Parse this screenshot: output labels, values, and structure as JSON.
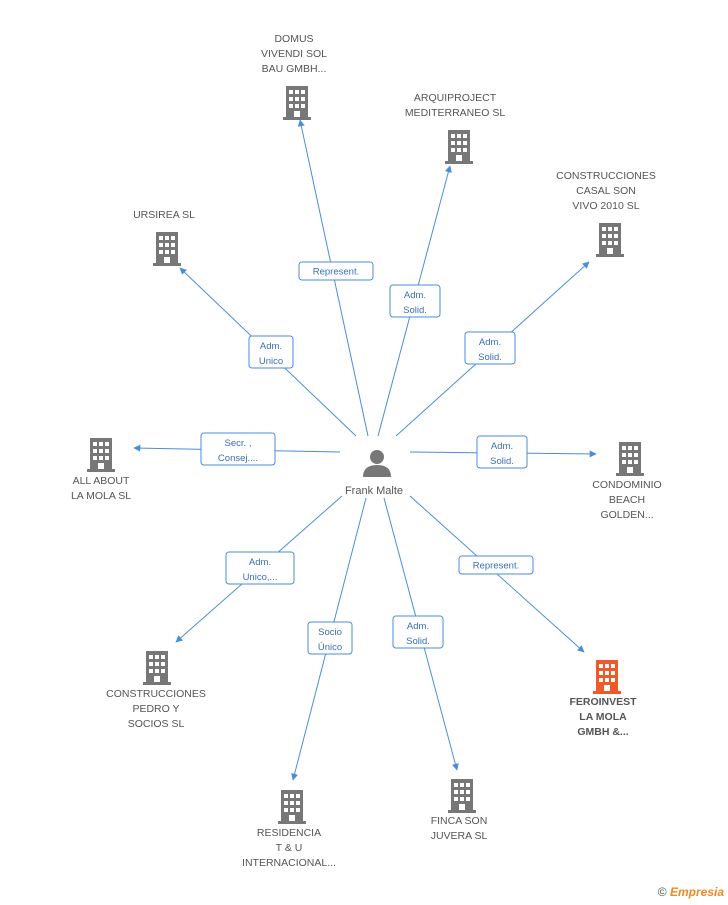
{
  "colors": {
    "edge": "#4a8ed8",
    "building": "#777777",
    "highlight": "#f05a28",
    "person": "#777777"
  },
  "center": {
    "name": "Frank Malte",
    "icon": "person-icon"
  },
  "nodes": [
    {
      "id": "domus",
      "lines": [
        "DOMUS",
        "VIVENDI SOL",
        "BAU GMBH..."
      ],
      "role": [
        "Represent."
      ],
      "highlight": false
    },
    {
      "id": "arquiproject",
      "lines": [
        "ARQUIPROJECT",
        "MEDITERRANEO SL"
      ],
      "role": [
        "Adm.",
        "Solid."
      ],
      "highlight": false
    },
    {
      "id": "construcciones-casal",
      "lines": [
        "CONSTRUCCIONES",
        "CASAL SON",
        "VIVO 2010 SL"
      ],
      "role": [
        "Adm.",
        "Solid."
      ],
      "highlight": false
    },
    {
      "id": "ursirea",
      "lines": [
        "URSIREA  SL"
      ],
      "role": [
        "Adm.",
        "Unico"
      ],
      "highlight": false
    },
    {
      "id": "all-about",
      "lines": [
        "ALL  ABOUT",
        "LA MOLA  SL"
      ],
      "role": [
        "Secr. ,",
        "Consej...."
      ],
      "highlight": false
    },
    {
      "id": "condominio",
      "lines": [
        "CONDOMINIO",
        "BEACH",
        "GOLDEN..."
      ],
      "role": [
        "Adm.",
        "Solid."
      ],
      "highlight": false
    },
    {
      "id": "construcciones-pedro",
      "lines": [
        "CONSTRUCCIONES",
        "PEDRO Y",
        "SOCIOS SL"
      ],
      "role": [
        "Adm.",
        "Unico,..."
      ],
      "highlight": false
    },
    {
      "id": "feroinvest",
      "lines": [
        "FEROINVEST",
        "LA MOLA",
        "GMBH &..."
      ],
      "role": [
        "Represent."
      ],
      "highlight": true
    },
    {
      "id": "residencia",
      "lines": [
        "RESIDENCIA",
        "T & U",
        "INTERNACIONAL..."
      ],
      "role": [
        "Socio",
        "Único"
      ],
      "highlight": false
    },
    {
      "id": "finca",
      "lines": [
        "FINCA SON",
        "JUVERA SL"
      ],
      "role": [
        "Adm.",
        "Solid."
      ],
      "highlight": false
    }
  ],
  "footer": {
    "copyright": "©",
    "brand": "Empresia"
  }
}
